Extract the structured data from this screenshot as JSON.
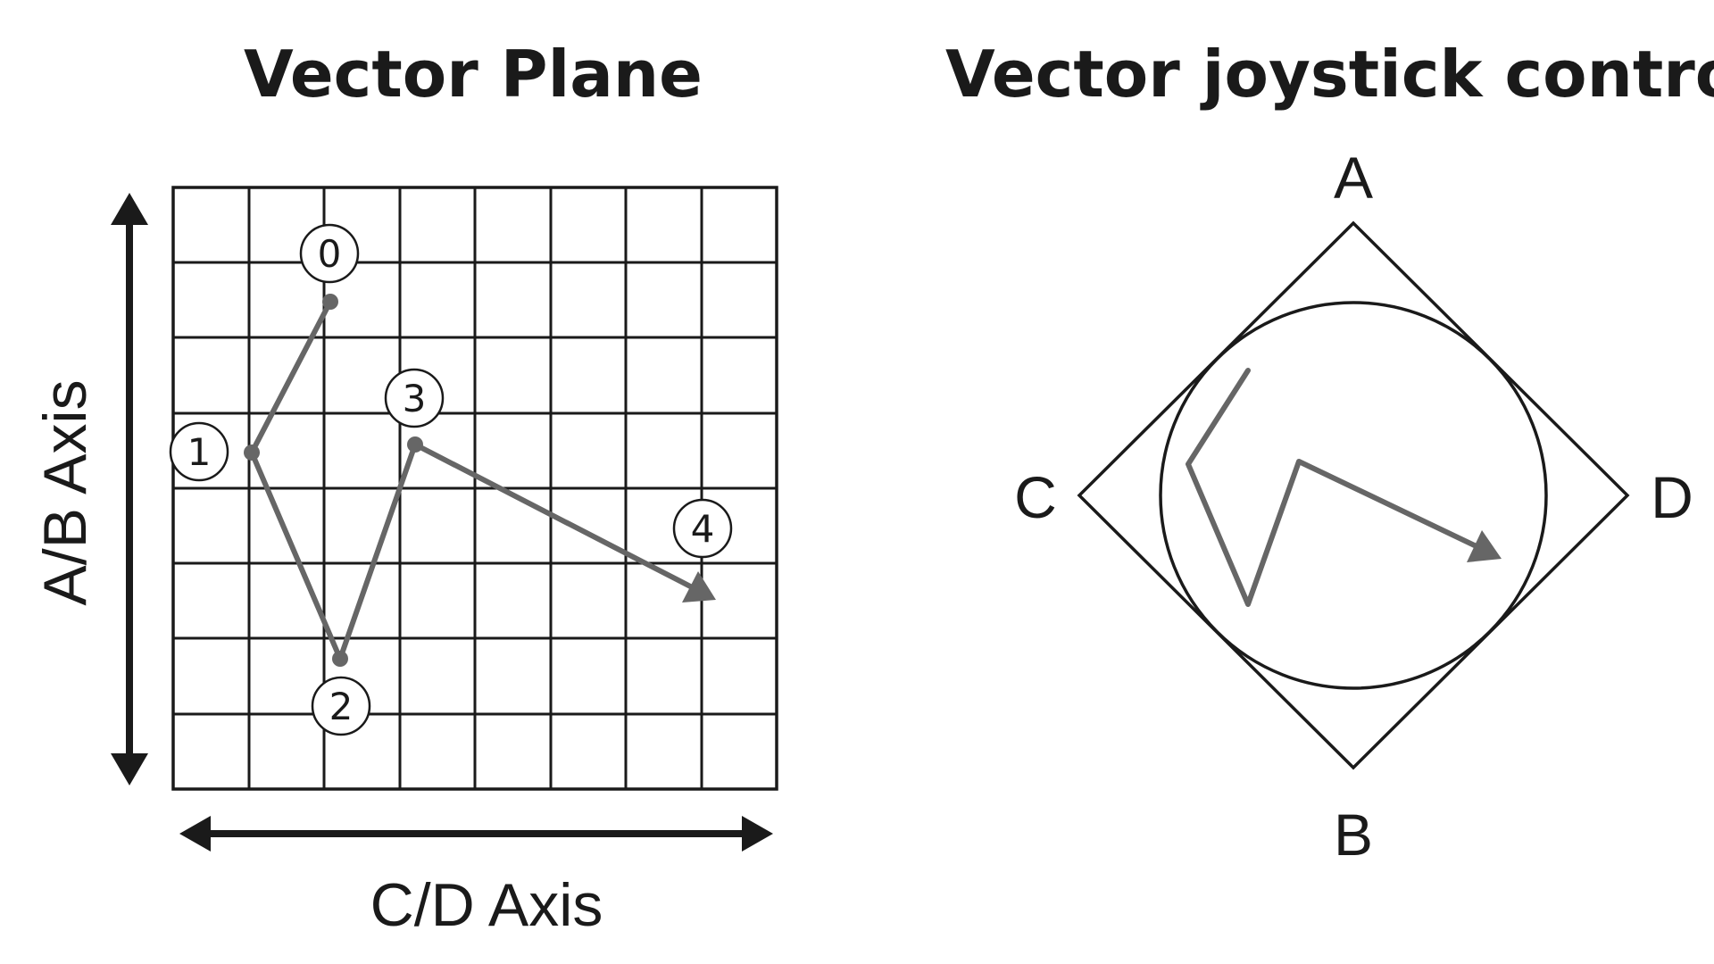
{
  "left_panel": {
    "title": "Vector Plane",
    "vertical_axis_label": "A/B Axis",
    "horizontal_axis_label": "C/D Axis",
    "step_labels": [
      "0",
      "1",
      "2",
      "3",
      "4"
    ]
  },
  "right_panel": {
    "title": "Vector joystick control",
    "direction_labels": {
      "top": "A",
      "bottom": "B",
      "left": "C",
      "right": "D"
    }
  },
  "colors": {
    "ink": "#1a1a1a",
    "path": "#666666",
    "background": "#ffffff"
  }
}
